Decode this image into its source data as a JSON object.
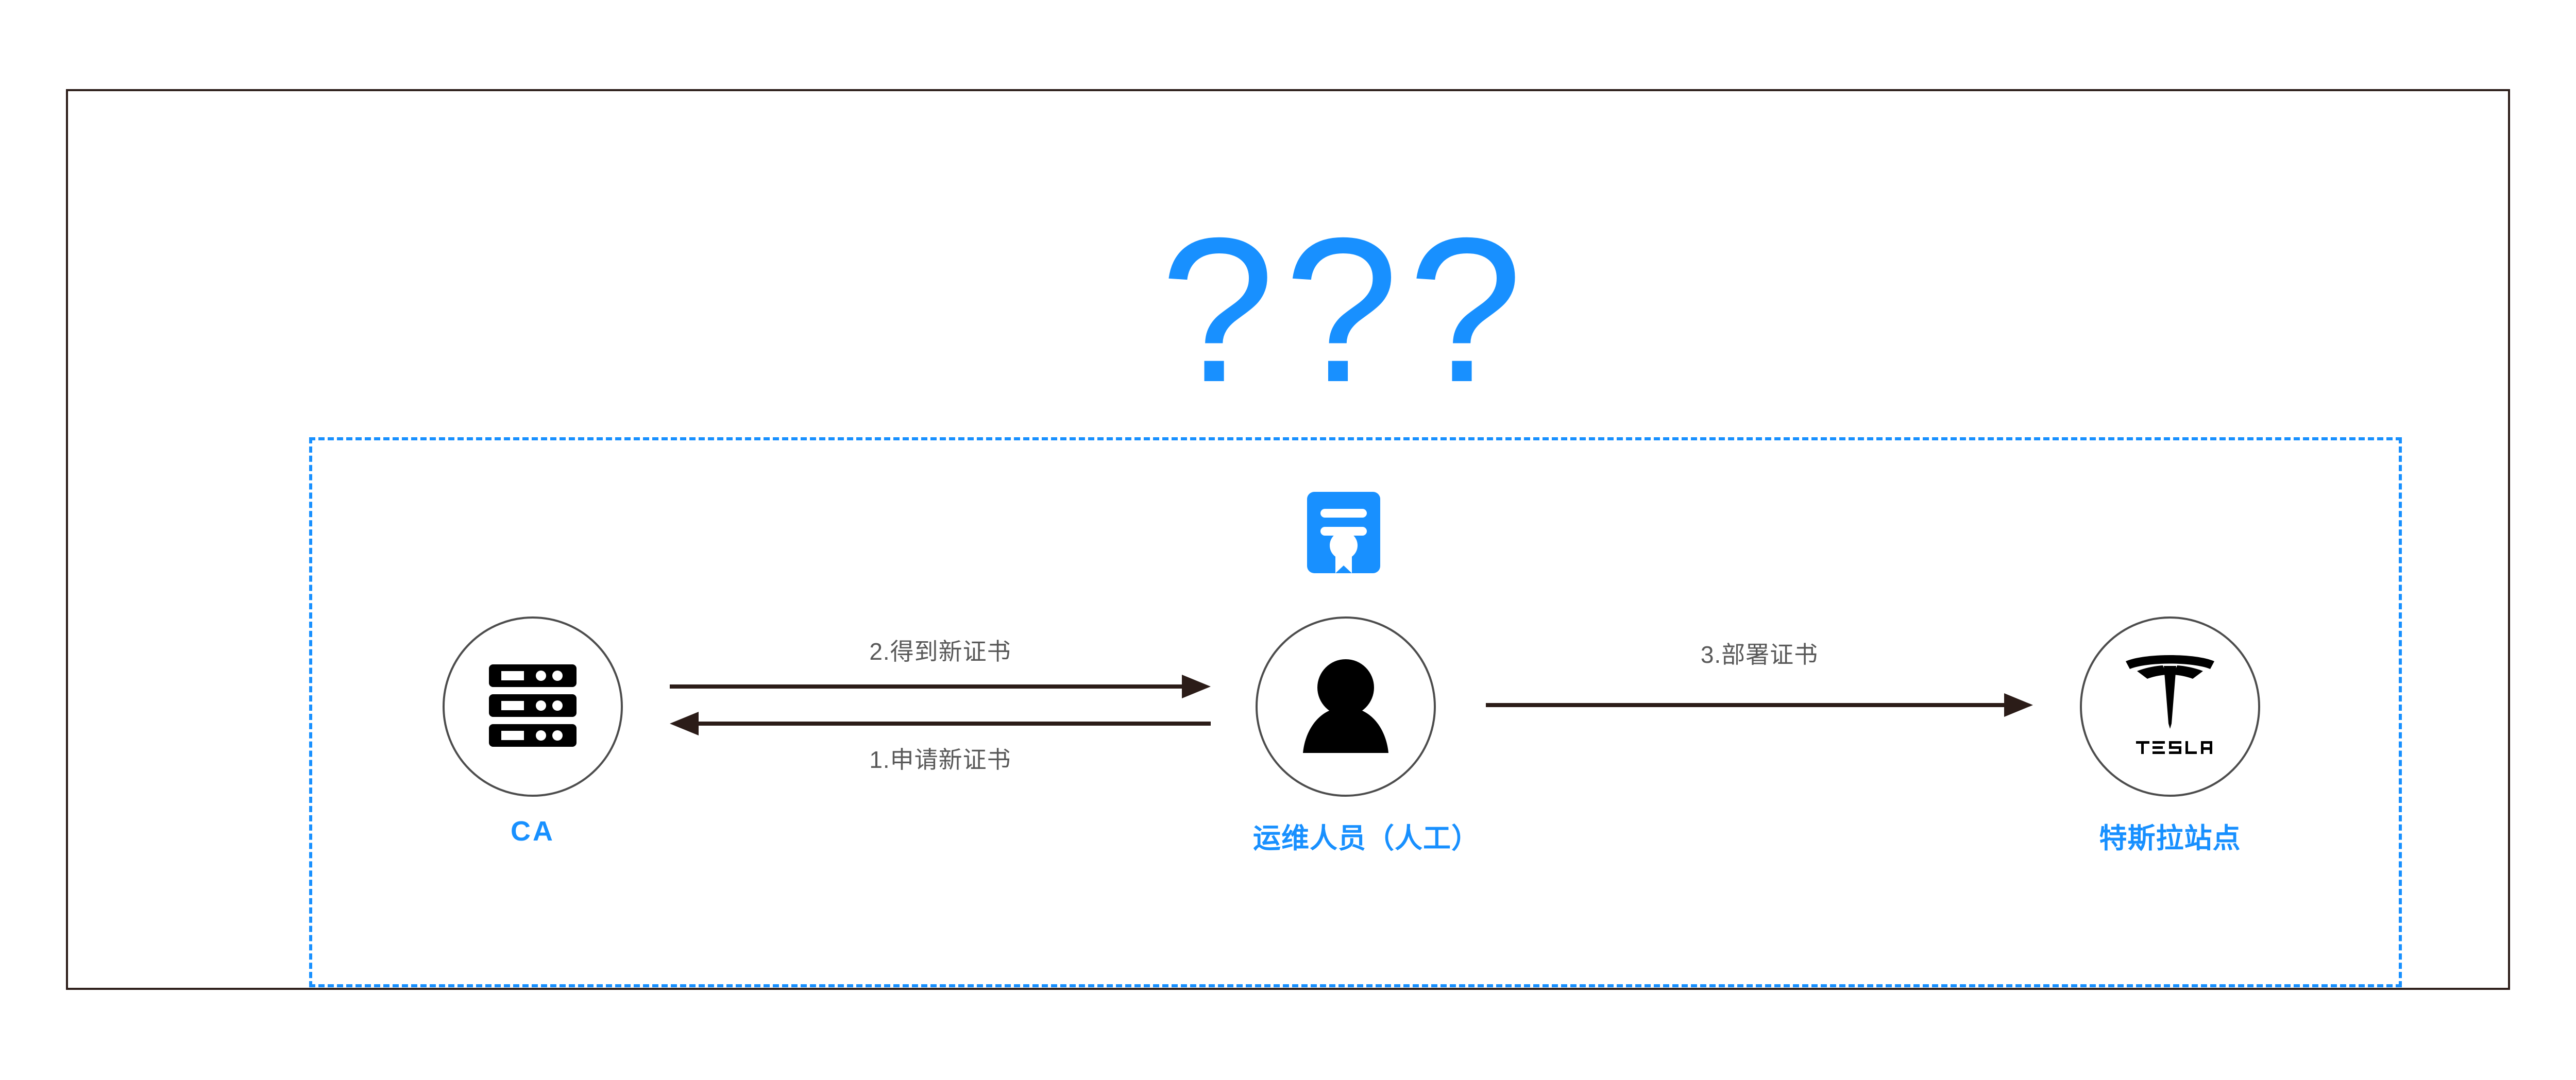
{
  "diagram": {
    "question_marks": "???",
    "colors": {
      "accent_blue": "#1890ff",
      "arrow_dark": "#2b1c18",
      "label_gray": "#595959",
      "circle_stroke": "#4d4d4d",
      "frame": "#2b1c18"
    },
    "certificate_icon": {
      "name": "certificate-icon"
    },
    "nodes": [
      {
        "id": "ca",
        "label": "CA",
        "icon": "server-icon"
      },
      {
        "id": "operator",
        "label": "运维人员（人工）",
        "icon": "person-icon"
      },
      {
        "id": "tesla",
        "label": "特斯拉站点",
        "icon": "tesla-logo-icon",
        "wordmark": "TESLA"
      }
    ],
    "arrows": [
      {
        "id": "step2",
        "label": "2.得到新证书",
        "direction": "right",
        "from": "ca",
        "to": "operator"
      },
      {
        "id": "step1",
        "label": "1.申请新证书",
        "direction": "left",
        "from": "operator",
        "to": "ca"
      },
      {
        "id": "step3",
        "label": "3.部署证书",
        "direction": "right",
        "from": "operator",
        "to": "tesla"
      }
    ]
  }
}
